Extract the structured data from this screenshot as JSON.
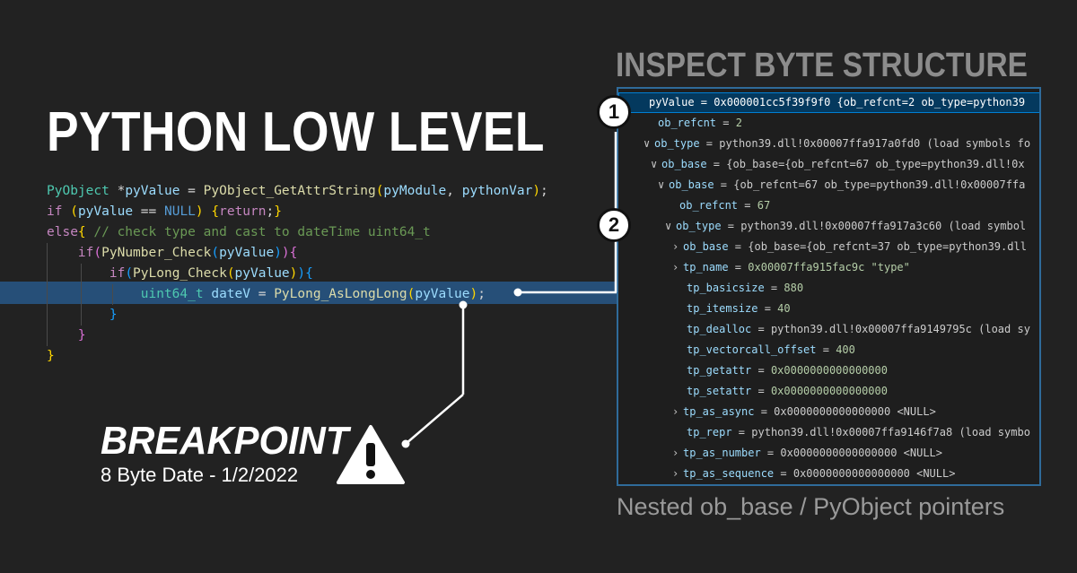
{
  "title": "PYTHON LOW LEVEL",
  "inspect_title": "INSPECT BYTE STRUCTURE",
  "caption": "Nested ob_base / PyObject pointers",
  "breakpoint": {
    "title": "BREAKPOINT",
    "subtitle": "8 Byte Date - 1/2/2022"
  },
  "badges": [
    "1",
    "2"
  ],
  "colors": {
    "background": "#222222",
    "highlight": "#264f78",
    "panel_border": "#2f6b9a",
    "inspect_title": "#8c8c8c"
  },
  "code_lines": [
    "PyObject *pyValue = PyObject_GetAttrString(pyModule, pythonVar);",
    "if (pyValue == NULL) {return;}",
    "else{ // check type and cast to dateTime uint64_t",
    "    if(PyNumber_Check(pyValue)){",
    "        if(PyLong_Check(pyValue)){",
    "            uint64_t dateV = PyLong_AsLongLong(pyValue);",
    "        }",
    "    }",
    "}"
  ],
  "panel_rows": [
    {
      "chevron": "",
      "name": "pyValue",
      "value": "0x000001cc5f39f9f0 {ob_refcnt=2 ob_type=python39",
      "selected": true
    },
    {
      "chevron": "",
      "name": "ob_refcnt",
      "value": "2"
    },
    {
      "chevron": "down",
      "name": "ob_type",
      "value": "python39.dll!0x00007ffa917a0fd0 (load symbols fo"
    },
    {
      "chevron": "down",
      "name": "ob_base",
      "value": "{ob_base={ob_refcnt=67 ob_type=python39.dll!0x"
    },
    {
      "chevron": "down",
      "name": "ob_base",
      "value": "{ob_refcnt=67 ob_type=python39.dll!0x00007ffa"
    },
    {
      "chevron": "",
      "name": "ob_refcnt",
      "value": "67"
    },
    {
      "chevron": "down",
      "name": "ob_type",
      "value": "python39.dll!0x00007ffa917a3c60 (load symbol"
    },
    {
      "chevron": "right",
      "name": "ob_base",
      "value": "{ob_base={ob_refcnt=37 ob_type=python39.dll"
    },
    {
      "chevron": "right",
      "name": "tp_name",
      "value": "0x00007ffa915fac9c \"type\""
    },
    {
      "chevron": "",
      "name": "tp_basicsize",
      "value": "880"
    },
    {
      "chevron": "",
      "name": "tp_itemsize",
      "value": "40"
    },
    {
      "chevron": "",
      "name": "tp_dealloc",
      "value": "python39.dll!0x00007ffa9149795c (load sy"
    },
    {
      "chevron": "",
      "name": "tp_vectorcall_offset",
      "value": "400"
    },
    {
      "chevron": "",
      "name": "tp_getattr",
      "value": "0x0000000000000000"
    },
    {
      "chevron": "",
      "name": "tp_setattr",
      "value": "0x0000000000000000"
    },
    {
      "chevron": "right",
      "name": "tp_as_async",
      "value": "0x0000000000000000 <NULL>"
    },
    {
      "chevron": "",
      "name": "tp_repr",
      "value": "python39.dll!0x00007ffa9146f7a8 (load symbo"
    },
    {
      "chevron": "right",
      "name": "tp_as_number",
      "value": "0x0000000000000000 <NULL>"
    },
    {
      "chevron": "right",
      "name": "tp_as_sequence",
      "value": "0x0000000000000000 <NULL>"
    }
  ]
}
